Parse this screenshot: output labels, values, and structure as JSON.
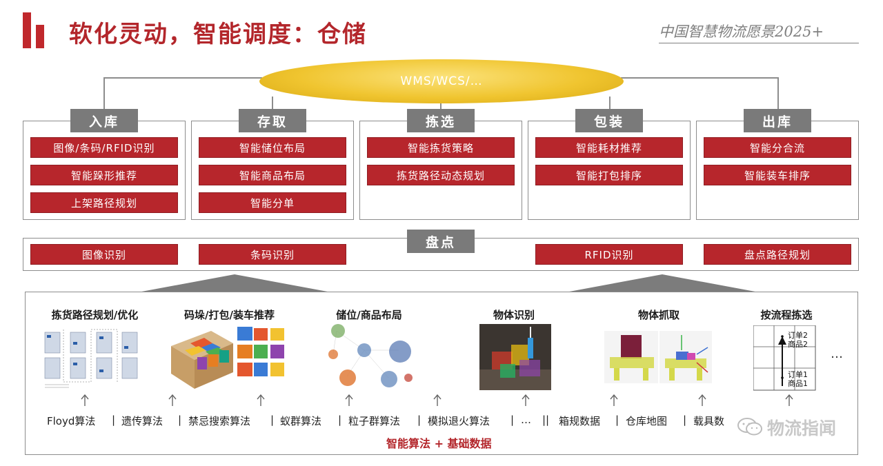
{
  "header": {
    "title": "软化灵动，智能调度：仓储",
    "subtitle": "中国智慧物流愿景2025+"
  },
  "system": {
    "label": "WMS/WCS/…"
  },
  "stages": [
    {
      "name": "入库",
      "items": [
        "图像/条码/RFID识别",
        "智能跺形推荐",
        "上架路径规划"
      ]
    },
    {
      "name": "存取",
      "items": [
        "智能储位布局",
        "智能商品布局",
        "智能分单"
      ]
    },
    {
      "name": "拣选",
      "items": [
        "智能拣货策略",
        "拣货路径动态规划"
      ]
    },
    {
      "name": "包装",
      "items": [
        "智能耗材推荐",
        "智能打包排序"
      ]
    },
    {
      "name": "出库",
      "items": [
        "智能分合流",
        "智能装车排序"
      ]
    }
  ],
  "inventory": {
    "name": "盘点",
    "items": [
      "图像识别",
      "条码识别",
      "RFID识别",
      "盘点路径规划"
    ]
  },
  "functions": [
    "拣货路径规划/优化",
    "码垛/打包/装车推荐",
    "储位/商品布局",
    "物体识别",
    "物体抓取",
    "按流程拣选"
  ],
  "flow_labels": {
    "order2": "订单2",
    "product2": "商品2",
    "order1": "订单1",
    "product1": "商品1"
  },
  "more": "…",
  "algorithms": [
    "Floyd算法",
    "遗传算法",
    "禁忌搜索算法",
    "蚁群算法",
    "粒子群算法",
    "模拟退火算法",
    "…"
  ],
  "data_items": [
    "箱规数据",
    "仓库地图",
    "载具数"
  ],
  "foundation": "智能算法 + 基础数据",
  "watermark": "物流指闻",
  "colors": {
    "accent_red": "#b7262c",
    "tab_gray": "#7a7a7a",
    "gold": "#f0c530"
  }
}
